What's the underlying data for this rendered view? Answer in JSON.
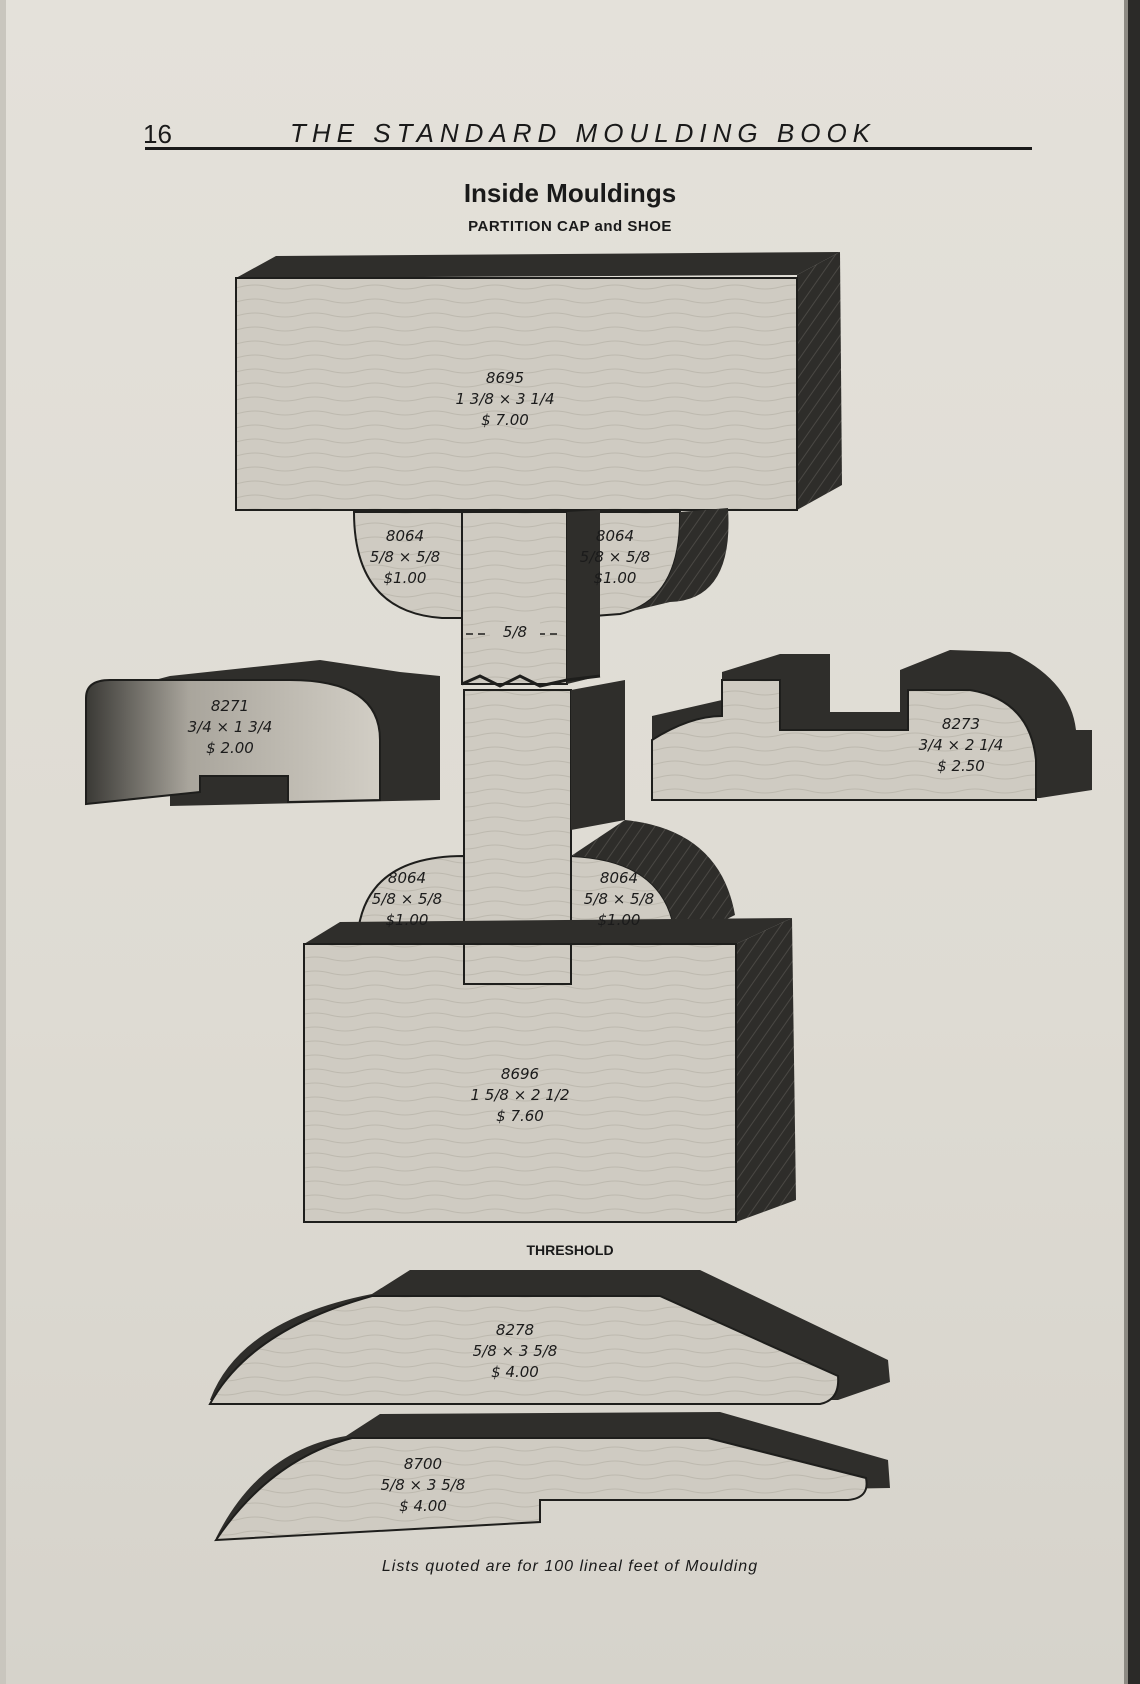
{
  "header": {
    "page_number": "16",
    "book_title": "THE STANDARD MOULDING BOOK"
  },
  "section": {
    "title": "Inside Mouldings",
    "subtitle": "PARTITION CAP and SHOE",
    "threshold_heading": "THRESHOLD"
  },
  "mouldings": {
    "m8695": {
      "number": "8695",
      "size": "1 3/8 × 3 1/4",
      "price": "$ 7.00"
    },
    "m8064a": {
      "number": "8064",
      "size": "5/8 × 5/8",
      "price": "$1.00"
    },
    "m8064b": {
      "number": "8064",
      "size": "5/8 × 5/8",
      "price": "$1.00"
    },
    "m8064c": {
      "number": "8064",
      "size": "5/8 × 5/8",
      "price": "$1.00"
    },
    "m8064d": {
      "number": "8064",
      "size": "5/8 × 5/8",
      "price": "$1.00"
    },
    "m8271": {
      "number": "8271",
      "size": "3/4 × 1 3/4",
      "price": "$ 2.00"
    },
    "m8273": {
      "number": "8273",
      "size": "3/4 × 2 1/4",
      "price": "$ 2.50"
    },
    "m8696": {
      "number": "8696",
      "size": "1 5/8 × 2 1/2",
      "price": "$ 7.60"
    },
    "m8278": {
      "number": "8278",
      "size": "5/8 × 3 5/8",
      "price": "$ 4.00"
    },
    "m8700": {
      "number": "8700",
      "size": "5/8 × 3 5/8",
      "price": "$ 4.00"
    }
  },
  "partition_dimension": "5/8",
  "footer_note": "Lists quoted are for 100 lineal feet of Moulding"
}
